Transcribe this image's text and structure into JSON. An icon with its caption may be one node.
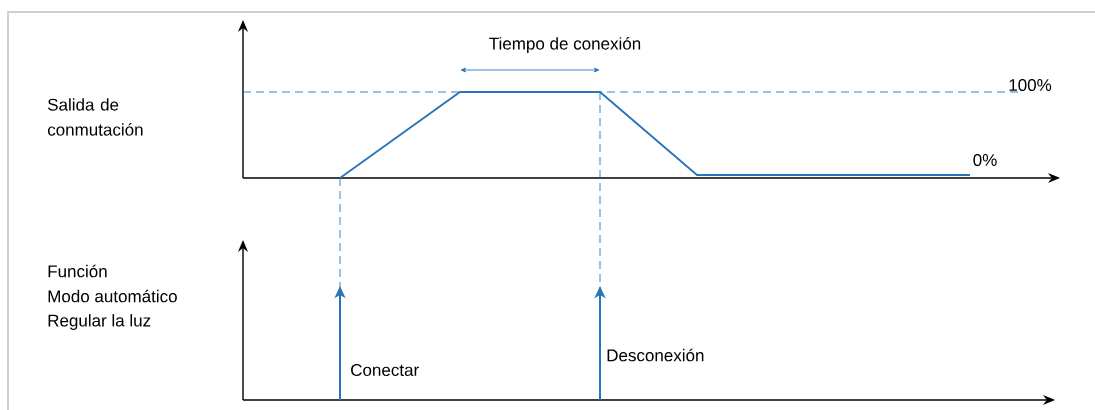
{
  "diagram": {
    "labels": [
      "Tiempo de conexión",
      "Salida de conmutación",
      "100%",
      "0%",
      "Función",
      "Modo automático",
      "Regular la luz",
      "Desconexión",
      "Conectar"
    ]
  }
}
